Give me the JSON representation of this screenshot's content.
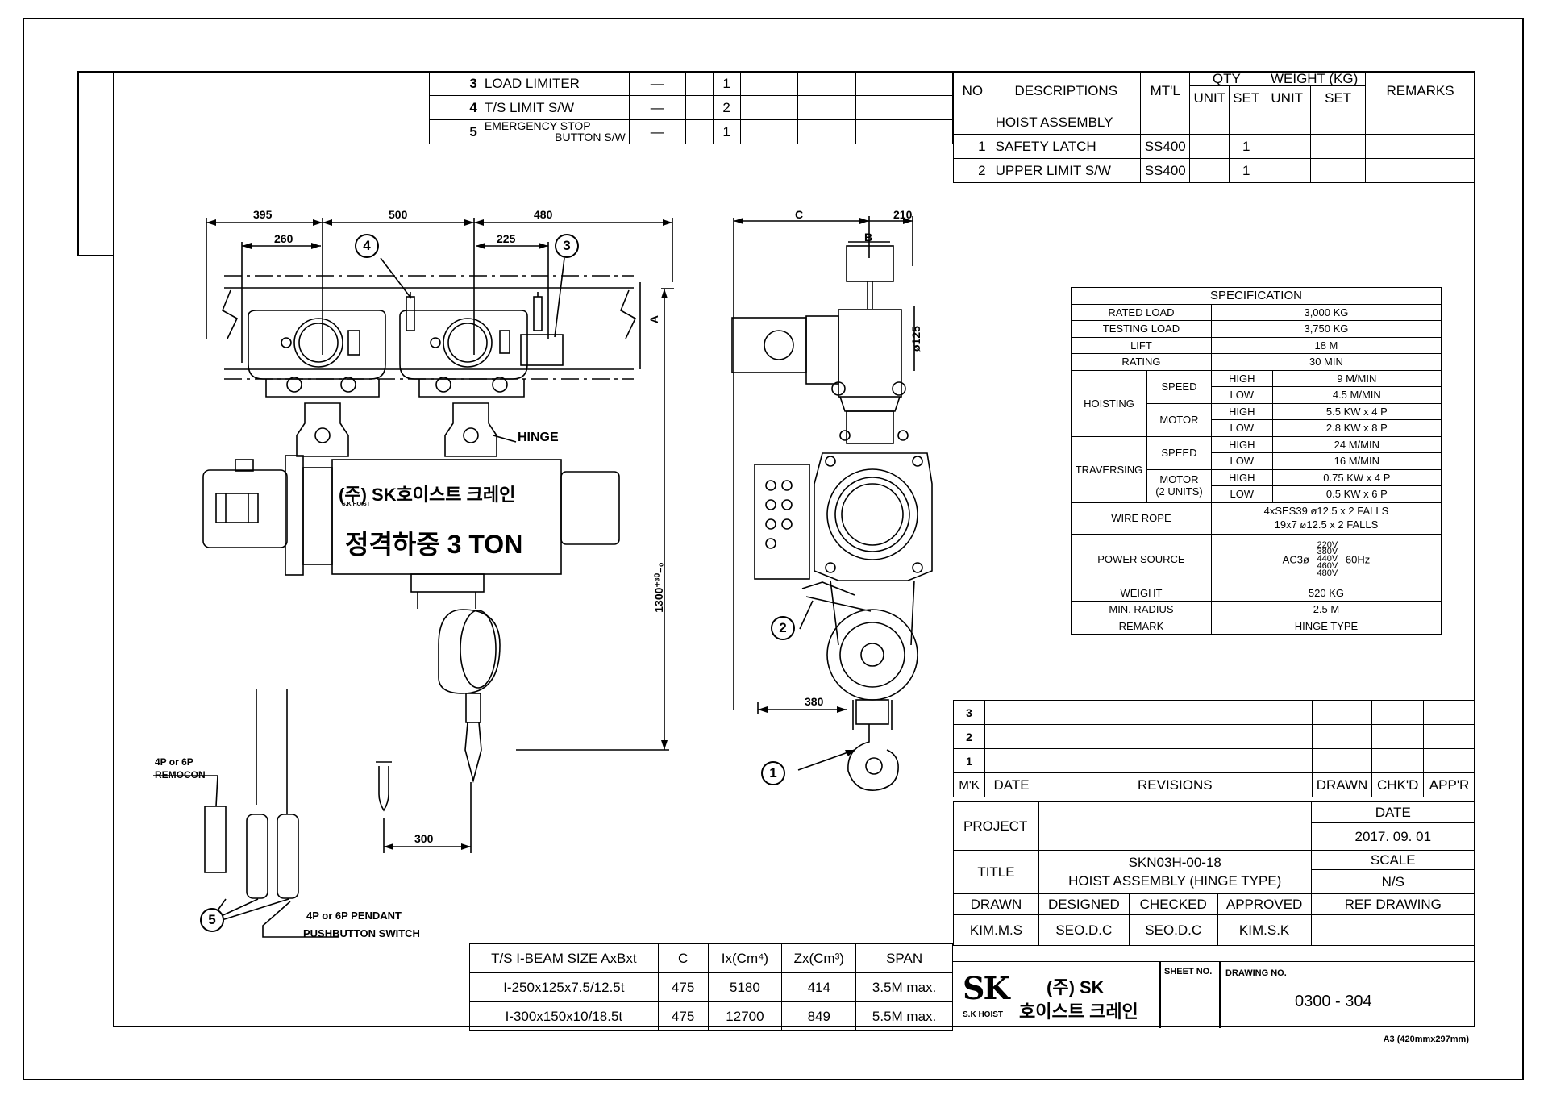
{
  "parts_left": [
    {
      "no": "3",
      "desc": "LOAD LIMITER",
      "mtl": "—",
      "unit": "",
      "set": "1"
    },
    {
      "no": "4",
      "desc": "T/S LIMIT S/W",
      "mtl": "—",
      "unit": "",
      "set": "2"
    },
    {
      "no": "5",
      "desc_line1": "EMERGENCY STOP",
      "desc_line2": "BUTTON S/W",
      "mtl": "—",
      "unit": "",
      "set": "1"
    }
  ],
  "parts_header": {
    "no": "NO",
    "descriptions": "DESCRIPTIONS",
    "mtl": "MT'L",
    "qty": "QTY",
    "qty_unit": "UNIT",
    "qty_set": "SET",
    "weight": "WEIGHT (KG)",
    "weight_unit": "UNIT",
    "weight_set": "SET",
    "remarks": "REMARKS"
  },
  "parts_right": [
    {
      "no": "",
      "desc": "HOIST ASSEMBLY",
      "mtl": "",
      "set": ""
    },
    {
      "no": "1",
      "desc": "SAFETY LATCH",
      "mtl": "SS400",
      "set": "1"
    },
    {
      "no": "2",
      "desc": "UPPER LIMIT S/W",
      "mtl": "SS400",
      "set": "1"
    }
  ],
  "spec": {
    "title": "SPECIFICATION",
    "rated_load_label": "RATED  LOAD",
    "rated_load": "3,000    KG",
    "testing_load_label": "TESTING  LOAD",
    "testing_load": "3,750    KG",
    "lift_label": "LIFT",
    "lift": "18       M",
    "rating_label": "RATING",
    "rating": "30      MIN",
    "hoisting": "HOISTING",
    "traversing": "TRAVERSING",
    "speed": "SPEED",
    "motor": "MOTOR",
    "motor2": "MOTOR",
    "units": "(2 UNITS)",
    "high": "HIGH",
    "low": "LOW",
    "h_speed_high": "9    M/MIN",
    "h_speed_low": "4.5    M/MIN",
    "h_motor_high": "5.5 KW x 4 P",
    "h_motor_low": "2.8 KW x 8 P",
    "t_speed_high": "24    M/MIN",
    "t_speed_low": "16    M/MIN",
    "t_motor_high": "0.75 KW x 4 P",
    "t_motor_low": "0.5 KW x 6 P",
    "wire_rope_label": "WIRE ROPE",
    "wire_rope_1": "4xSES39  ø12.5  x  2  FALLS",
    "wire_rope_2": "19x7  ø12.5  x  2  FALLS",
    "power_label": "POWER SOURCE",
    "power_phase": "AC3ø",
    "power_volts": [
      "220V",
      "380V",
      "440V",
      "460V",
      "480V"
    ],
    "power_hz": "60Hz",
    "weight_label": "WEIGHT",
    "weight": "520     KG",
    "radius_label": "MIN. RADIUS",
    "radius": "2.5      M",
    "remark_label": "REMARK",
    "remark": "HINGE TYPE"
  },
  "beam_table": {
    "headers": [
      "T/S I-BEAM SIZE AxBxt",
      "C",
      "Ix(Cm⁴)",
      "Zx(Cm³)",
      "SPAN"
    ],
    "rows": [
      [
        "I-250x125x7.5/12.5t",
        "475",
        "5180",
        "414",
        "3.5M max."
      ],
      [
        "I-300x150x10/18.5t",
        "475",
        "12700",
        "849",
        "5.5M max."
      ]
    ]
  },
  "revisions": {
    "marks": [
      "3",
      "2",
      "1"
    ],
    "mk": "M'K",
    "date": "DATE",
    "revisions": "REVISIONS",
    "drawn": "DRAWN",
    "chkd": "CHK'D",
    "appr": "APP'R"
  },
  "title_block": {
    "project_label": "PROJECT",
    "date_label": "DATE",
    "date": "2017. 09. 01",
    "title_label": "TITLE",
    "drawing_code": "SKN03H-00-18",
    "drawing_title": "HOIST ASSEMBLY (HINGE TYPE)",
    "scale_label": "SCALE",
    "scale": "N/S",
    "drawn_label": "DRAWN",
    "designed_label": "DESIGNED",
    "checked_label": "CHECKED",
    "approved_label": "APPROVED",
    "ref_label": "REF DRAWING",
    "drawn": "KIM.M.S",
    "designed": "SEO.D.C",
    "checked": "SEO.D.C",
    "approved": "KIM.S.K",
    "company_line1": "(주) SK",
    "company_line2": "호이스트 크레인",
    "logo_sub": "S.K HOIST",
    "sheet_no_label": "SHEET NO.",
    "drawing_no_label": "DRAWING NO.",
    "drawing_no": "0300  -  304"
  },
  "paper_size": "A3 (420mmx297mm)",
  "drawing_labels": {
    "dim_395": "395",
    "dim_500": "500",
    "dim_480": "480",
    "dim_260": "260",
    "dim_225": "225",
    "dim_c": "C",
    "dim_210": "210",
    "dim_b": "B",
    "dim_a": "A",
    "dim_125": "ø125",
    "dim_1300": "1300⁺³⁰₋₀",
    "dim_380": "380",
    "dim_300": "300",
    "hinge": "HINGE",
    "plate_company": "(주) SK호이스트 크레인",
    "plate_logo_sub": "S.K HOIST",
    "plate_load": "정격하중 3 TON",
    "remocon_1": "4P or 6P",
    "remocon_2": "REMOCON",
    "pendant_1": "4P or 6P PENDANT",
    "pendant_2": "PUSHBUTTON SWITCH",
    "callouts": [
      "1",
      "2",
      "3",
      "4",
      "5"
    ]
  }
}
